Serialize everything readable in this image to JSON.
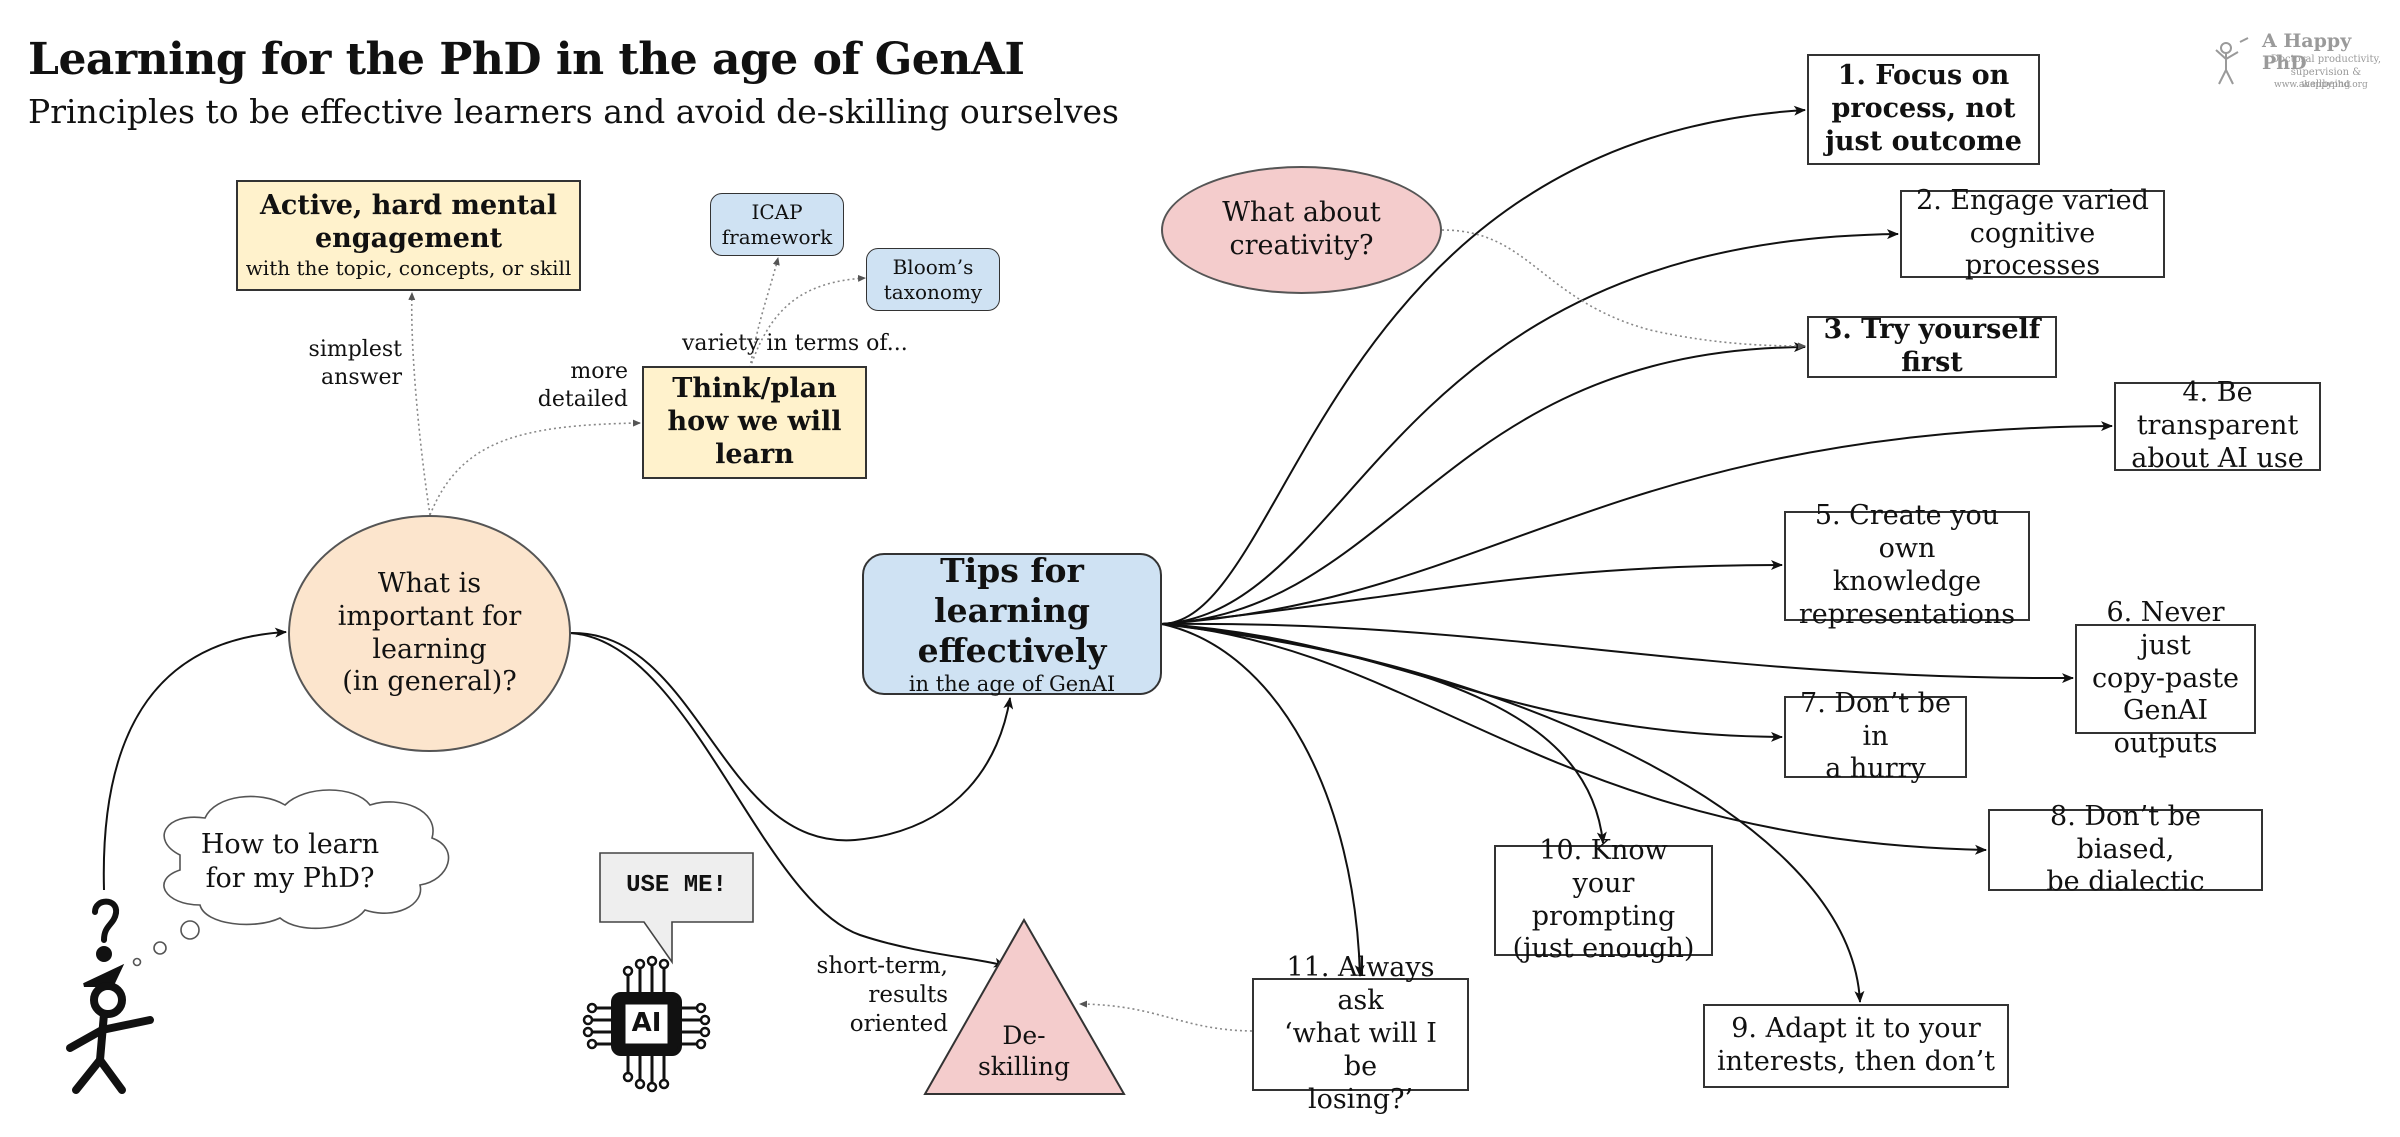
{
  "header": {
    "title": "Learning for the PhD in the age of GenAI",
    "subtitle": "Principles to be effective learners and avoid de-skilling ourselves"
  },
  "logo": {
    "name": "A Happy PhD",
    "tagline": "Doctoral productivity, supervision & wellbeing",
    "url": "www.ahappyphd.org",
    "icon": "stick-figure-juggling-icon"
  },
  "colors": {
    "yellow_box": "#fff2cc",
    "blue_box": "#cfe2f3",
    "peach_ellipse": "#fce5cd",
    "pink_shape": "#f4cccc",
    "speech_bubble": "#eeeeee",
    "stroke": "#111111",
    "dotted_link": "#888888"
  },
  "left_branch": {
    "thought_cloud": "How to learn for my PhD?",
    "question_node": {
      "line1": "What is",
      "line2": "important for",
      "line3": "learning",
      "line4": "(in general)?"
    },
    "simplest_label": {
      "line1": "simplest",
      "line2": "answer"
    },
    "detailed_label": {
      "line1": "more",
      "line2": "detailed"
    },
    "active_box": {
      "title_line1": "Active, hard mental",
      "title_line2": "engagement",
      "sub": "with the topic, concepts, or skill"
    },
    "think_box": {
      "line1": "Think/plan",
      "line2": "how we will",
      "line3": "learn"
    },
    "variety_label": "variety in terms of...",
    "icap_box": {
      "line1": "ICAP",
      "line2": "framework"
    },
    "bloom_box": {
      "line1": "Bloom’s",
      "line2": "taxonomy"
    }
  },
  "ai": {
    "speech": "USE ME!",
    "chip_label": "AI"
  },
  "center": {
    "title_line1": "Tips for learning",
    "title_line2": "effectively",
    "sub": "in the age of GenAI"
  },
  "deskilling": {
    "label_line1": "De-",
    "label_line2": "skilling",
    "annotation": {
      "line1": "short-term,",
      "line2": "results",
      "line3": "oriented"
    }
  },
  "creativity": {
    "line1": "What about",
    "line2": "creativity?"
  },
  "tips": [
    {
      "num": 1,
      "lines": [
        "1. Focus on",
        "process, not",
        "just outcome"
      ],
      "bold": true
    },
    {
      "num": 2,
      "lines": [
        "2. Engage varied",
        "cognitive processes"
      ],
      "bold": false
    },
    {
      "num": 3,
      "lines": [
        "3. Try yourself first"
      ],
      "bold": true
    },
    {
      "num": 4,
      "lines": [
        "4. Be transparent",
        "about AI use"
      ],
      "bold": false
    },
    {
      "num": 5,
      "lines": [
        "5. Create you own",
        "knowledge",
        "representations"
      ],
      "bold": false
    },
    {
      "num": 6,
      "lines": [
        "6. Never just",
        "copy-paste",
        "GenAI outputs"
      ],
      "bold": false
    },
    {
      "num": 7,
      "lines": [
        "7. Don’t be in",
        "a hurry"
      ],
      "bold": false
    },
    {
      "num": 8,
      "lines": [
        "8. Don’t be biased,",
        "be dialectic"
      ],
      "bold": false
    },
    {
      "num": 9,
      "lines": [
        "9. Adapt it to your",
        "interests, then don’t"
      ],
      "bold": false
    },
    {
      "num": 10,
      "lines": [
        "10. Know your",
        "prompting",
        "(just enough)"
      ],
      "bold": false
    },
    {
      "num": 11,
      "lines": [
        "11. Always ask",
        "‘what will I be",
        "losing?’"
      ],
      "bold": false
    }
  ]
}
